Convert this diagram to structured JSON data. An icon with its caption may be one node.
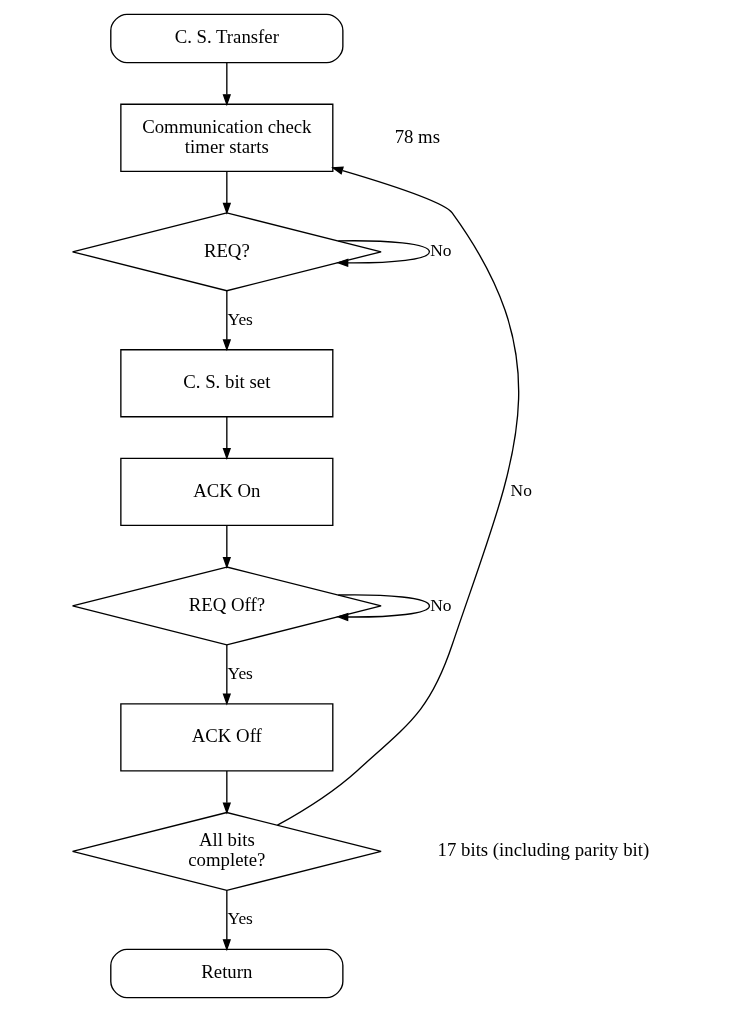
{
  "diagram": {
    "nodes": [
      {
        "text": [
          "C. S. Transfer"
        ]
      },
      {
        "text": [
          "Communication check timer starts"
        ],
        "beside": [
          "78 ms"
        ]
      },
      {
        "text": [
          "REQ?"
        ]
      },
      {
        "text": [
          "C. S. bit set"
        ]
      },
      {
        "text": [
          "ACK On"
        ]
      },
      {
        "text": [
          "REQ Off?"
        ]
      },
      {
        "text": [
          "ACK Off"
        ]
      },
      {
        "text": [
          "All bits complete?"
        ],
        "beside": [
          "17 bits (including parity bit)"
        ]
      },
      {
        "text": [
          "Return"
        ]
      }
    ],
    "edges": [
      {
        "from": 0,
        "to": 1,
        "arrow": "to"
      },
      {
        "from": 1,
        "to": 2,
        "arrow": "to"
      },
      {
        "from": 2,
        "to": 2,
        "arrow": "to",
        "label": "No"
      },
      {
        "from": 2,
        "to": 3,
        "arrow": "to",
        "label": "Yes"
      },
      {
        "from": 3,
        "to": 4,
        "arrow": "to"
      },
      {
        "from": 4,
        "to": 5,
        "arrow": "to"
      },
      {
        "from": 5,
        "to": 5,
        "arrow": "to",
        "label": "No"
      },
      {
        "from": 5,
        "to": 6,
        "arrow": "to",
        "label": "Yes"
      },
      {
        "from": 6,
        "to": 7,
        "arrow": "to"
      },
      {
        "from": 7,
        "to": 1,
        "arrow": "to",
        "label": "No"
      },
      {
        "from": 7,
        "to": 8,
        "arrow": "to",
        "label": "Yes"
      }
    ]
  }
}
